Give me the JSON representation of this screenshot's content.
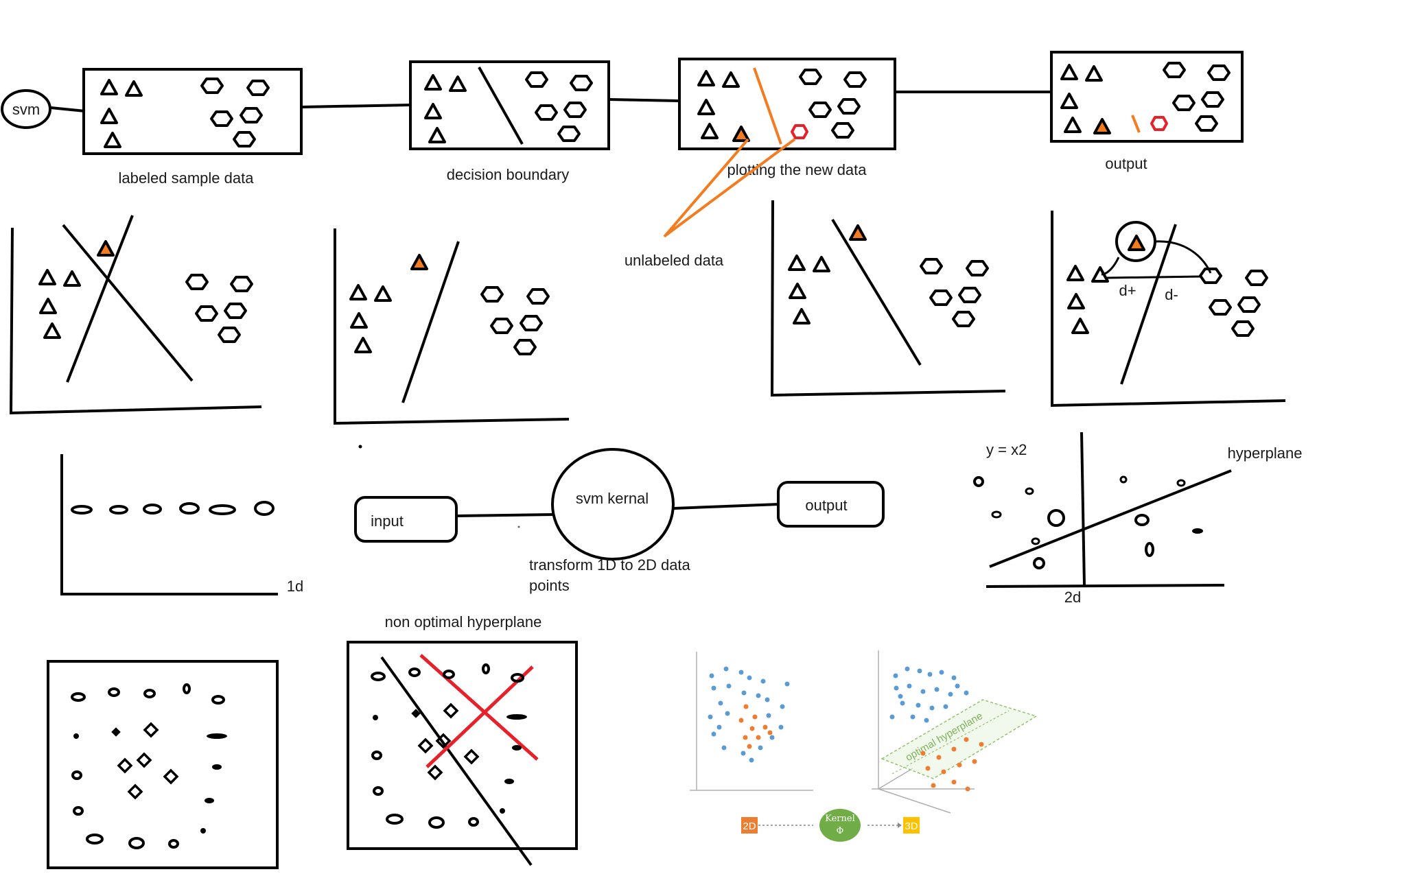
{
  "labels": {
    "svm": "svm",
    "labeled_sample_data": "labeled sample data",
    "decision_boundary": "decision boundary",
    "plotting_new_data": "plotting the new data",
    "output_top": "output",
    "unlabeled_data": "unlabeled data",
    "d_plus": "d+",
    "d_minus": "d-",
    "one_d": "1d",
    "input": "input",
    "svm_kernal": "svm kernal",
    "output_mid": "output",
    "transform_line1": "transform 1D to 2D data",
    "transform_line2": "points",
    "y_eq_x2": "y = x2",
    "hyperplane": "hyperplane",
    "two_d": "2d",
    "non_optimal_hyperplane": "non optimal hyperplane",
    "optimal_hyperplane": "optimal hyperplane",
    "kernel": "Kernel",
    "phi": "Φ",
    "badge_2d": "2D",
    "badge_3d": "3D"
  },
  "colors": {
    "ink": "#000000",
    "orange": "#f47c20",
    "red": "#e8202a",
    "blue_dot": "#5b9bd5",
    "orange_dot": "#ed7d31",
    "kernel_green": "#70ad47",
    "badge_2d": "#ed7d31",
    "badge_3d": "#ffc000"
  }
}
